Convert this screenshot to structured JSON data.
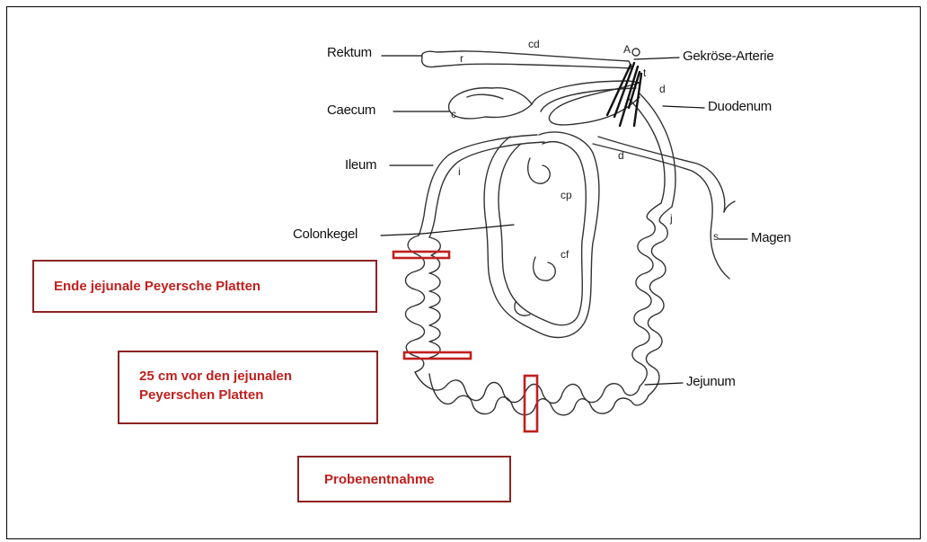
{
  "labels": {
    "rektum": "Rektum",
    "caecum": "Caecum",
    "ileum": "Ileum",
    "colonkegel": "Colonkegel",
    "gekroese": "Gekröse-Arterie",
    "duodenum": "Duodenum",
    "magen": "Magen",
    "jejunum": "Jejunum"
  },
  "letters": {
    "cd": "cd",
    "A": "A",
    "r": "r",
    "c": "c",
    "t": "t",
    "d1": "d",
    "d2": "d",
    "i": "i",
    "cp": "cp",
    "j": "j",
    "s": "s",
    "cf": "cf"
  },
  "notes": {
    "ende": "Ende jejunale Peyersche Platten",
    "vor_line1": "25 cm vor den jejunalen",
    "vor_line2": "Peyerschen Platten",
    "probe": "Probenentnahme"
  },
  "colors": {
    "marker": "#c0201e",
    "note_border": "#8b2323",
    "line": "#222222"
  }
}
